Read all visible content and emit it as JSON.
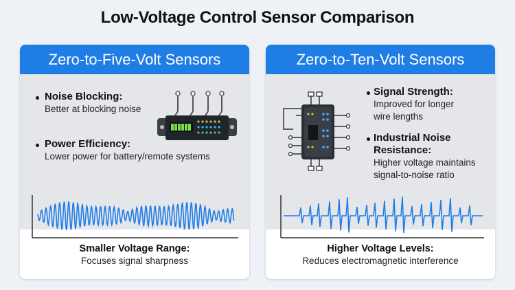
{
  "title": "Low-Voltage Control Sensor Comparison",
  "colors": {
    "accent": "#1f7de6",
    "wave": "#1f7de6",
    "background": "#eef2f7",
    "panel_top": "#e4e6ea"
  },
  "left_panel": {
    "header": "Zero-to-Five-Volt Sensors",
    "features": [
      {
        "name": "Noise Blocking:",
        "desc": "Better at blocking noise"
      },
      {
        "name": "Power Efficiency:",
        "desc": "Lower power for battery/remote systems"
      }
    ],
    "icon": "sensor-module-icon",
    "wave_icon": "waveform-graph-icon",
    "caption": {
      "name": "Smaller Voltage Range:",
      "desc": "Focuses signal sharpness"
    }
  },
  "right_panel": {
    "header": "Zero-to-Ten-Volt Sensors",
    "features": [
      {
        "name": "Signal Strength:",
        "desc_lines": [
          "Improved for longer",
          "wire lengths"
        ]
      },
      {
        "name_lines": [
          "Industrial Noise",
          "Resistance:"
        ],
        "desc_lines": [
          "Higher voltage maintains",
          "signal-to-noise ratio"
        ]
      }
    ],
    "icon": "industrial-sensor-chip-icon",
    "wave_icon": "spike-waveform-graph-icon",
    "caption": {
      "name": "Higher Voltage Levels:",
      "desc": "Reduces electromagnetic interference"
    }
  }
}
